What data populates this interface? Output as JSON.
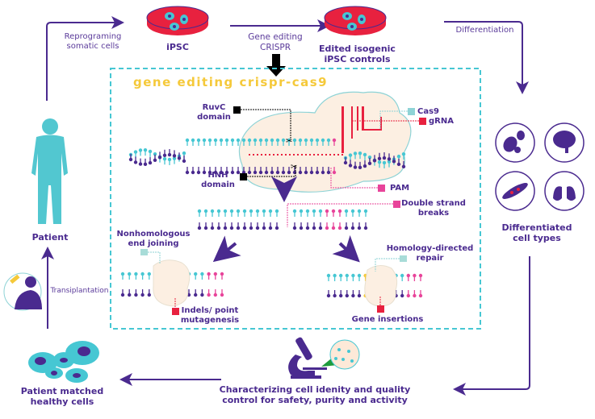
{
  "colors": {
    "purple": "#4a2a8f",
    "cyan": "#46c7d3",
    "red": "#e8213f",
    "pink": "#e8449a",
    "yellow": "#f5c93a",
    "cas9_fill": "#fcefe2",
    "cas9_stroke": "#8ed3d6",
    "box_border": "#46c7d3"
  },
  "top": {
    "reprogramming": "Reprograming somatic cells",
    "ipsc": "iPSC",
    "gene_editing": "Gene editing CRISPR",
    "edited": "Edited isogenic iPSC controls",
    "differentiation": "Differentiation"
  },
  "crispr_box": {
    "title": "Gene editing CRISPR-Cas9",
    "ruvc": "RuvC domain",
    "hnh": "HNH domain",
    "cas9": "Cas9",
    "grna": "gRNA",
    "pam": "PAM",
    "dsb": "Double strand breaks",
    "nhej": "Nonhomologous end joining",
    "hdr": "Homology-directed repair",
    "indels": "Indels/ point mutagenesis",
    "insertions": "Gene insertions"
  },
  "right": {
    "cell_types_label": "Differentiated cell types",
    "icons": [
      "blood-cells-icon",
      "brain-icon",
      "muscle-cell-icon",
      "lungs-icon"
    ]
  },
  "left": {
    "patient": "Patient",
    "transplantation": "Transiplantation",
    "healthy_cells": "Patient matched healthy cells"
  },
  "bottom": {
    "characterizing": "Characterizing cell idenity and quality control for safety, purity and activity"
  }
}
